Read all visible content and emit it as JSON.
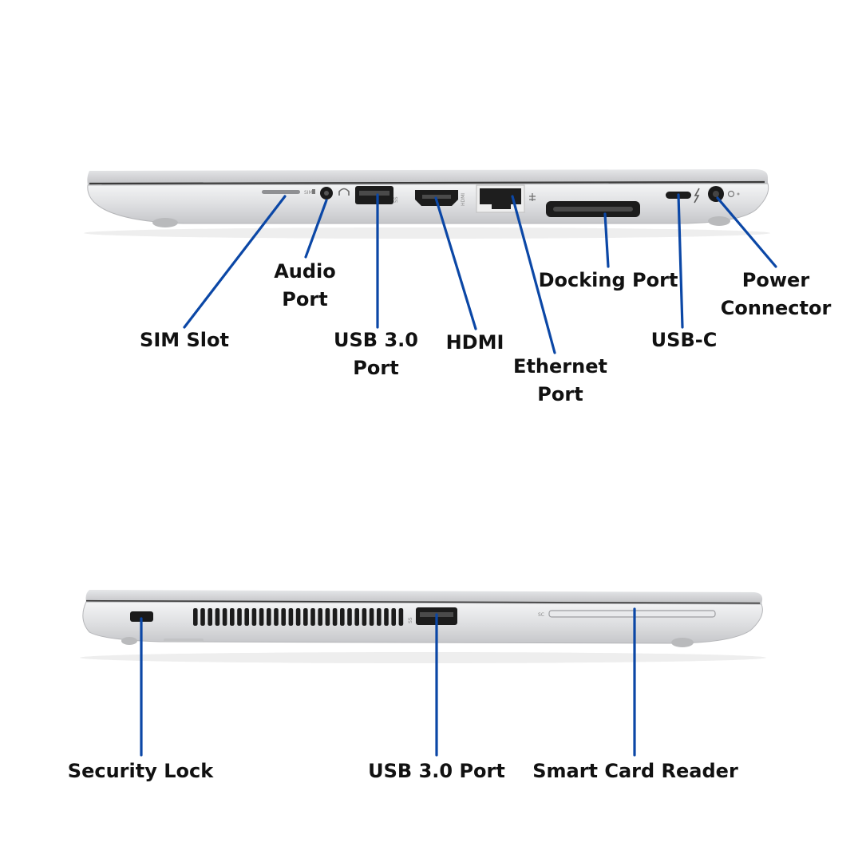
{
  "colors": {
    "leader": "#0b47a6",
    "label_text": "#111111",
    "chassis": "#d9dadc",
    "port": "#1a1a1a"
  },
  "right_side": {
    "labels": {
      "sim_slot": "SIM Slot",
      "audio_port": [
        "Audio",
        "Port"
      ],
      "usb3_port": [
        "USB 3.0",
        "Port"
      ],
      "hdmi": "HDMI",
      "ethernet_port": [
        "Ethernet",
        "Port"
      ],
      "docking_port": "Docking Port",
      "usb_c": "USB-C",
      "power_connector": [
        "Power",
        "Connector"
      ]
    },
    "markings": {
      "sim": "SIM",
      "hdmi": "HDMI",
      "usb": "SS",
      "sc": "SC"
    }
  },
  "left_side": {
    "labels": {
      "security_lock": "Security Lock",
      "usb3_port": "USB 3.0 Port",
      "smart_card_reader": "Smart Card Reader"
    }
  }
}
